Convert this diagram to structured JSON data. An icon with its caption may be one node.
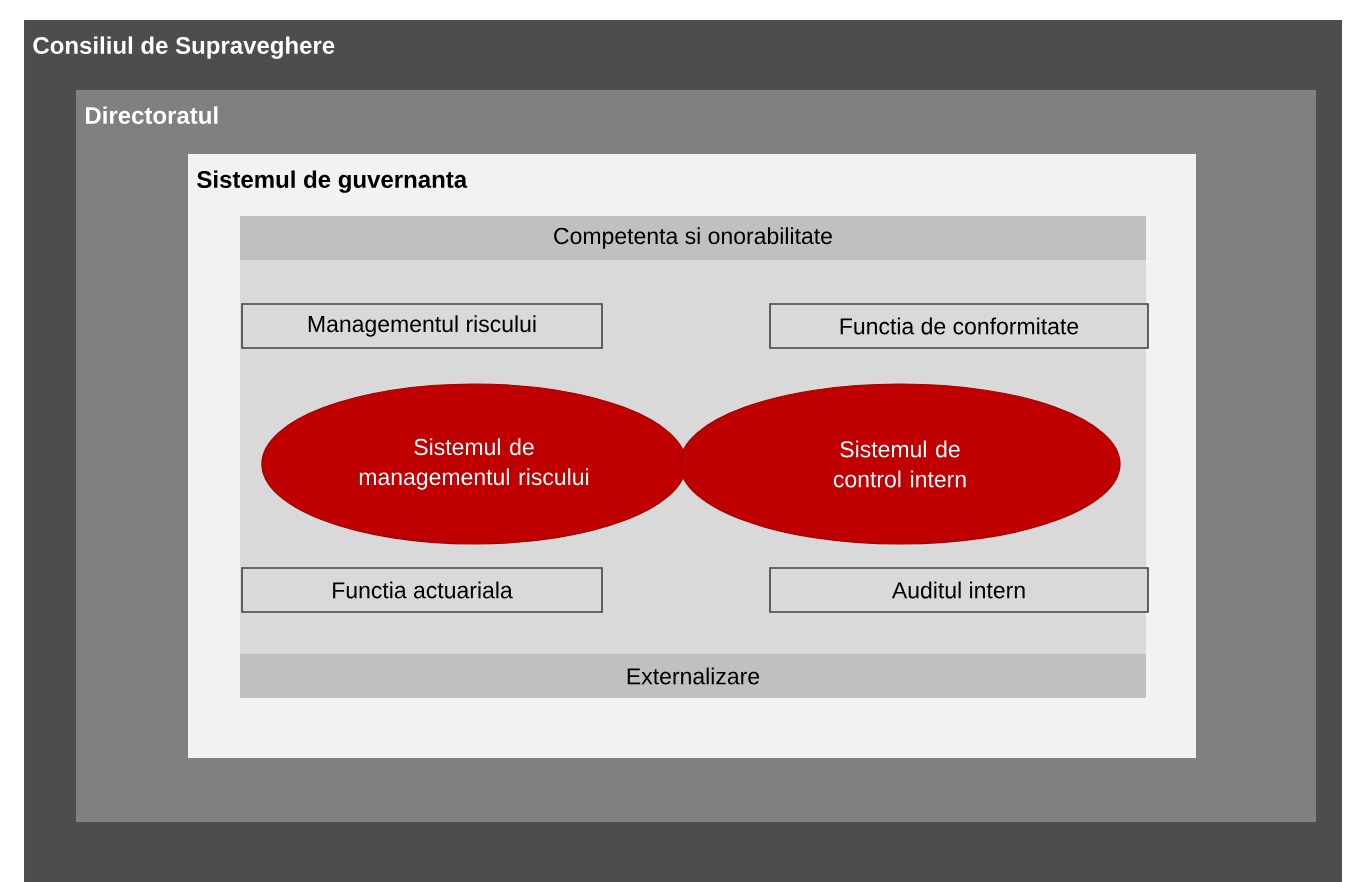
{
  "diagram": {
    "nodes": [
      {
        "text": [
          "Consiliul de Supraveghere"
        ]
      },
      {
        "text": [
          "Directoratul"
        ],
        "in": 0
      },
      {
        "text": [
          "Sistemul de guvernanta"
        ],
        "in": 1
      },
      {
        "text": [
          "Competenta si onorabilitate"
        ],
        "in": 2
      },
      {
        "text": [
          "Managementul riscului"
        ],
        "in": 2
      },
      {
        "text": [
          "Functia de conformitate"
        ],
        "in": 2
      },
      {
        "text": [
          "Sistemul de managementul riscului"
        ],
        "in": 2
      },
      {
        "text": [
          "Sistemul de control intern"
        ],
        "in": 2
      },
      {
        "text": [
          "Functia actuariala"
        ],
        "in": 2
      },
      {
        "text": [
          "Auditul intern"
        ],
        "in": 2
      },
      {
        "text": [
          "Externalizare"
        ],
        "in": 2
      }
    ]
  }
}
